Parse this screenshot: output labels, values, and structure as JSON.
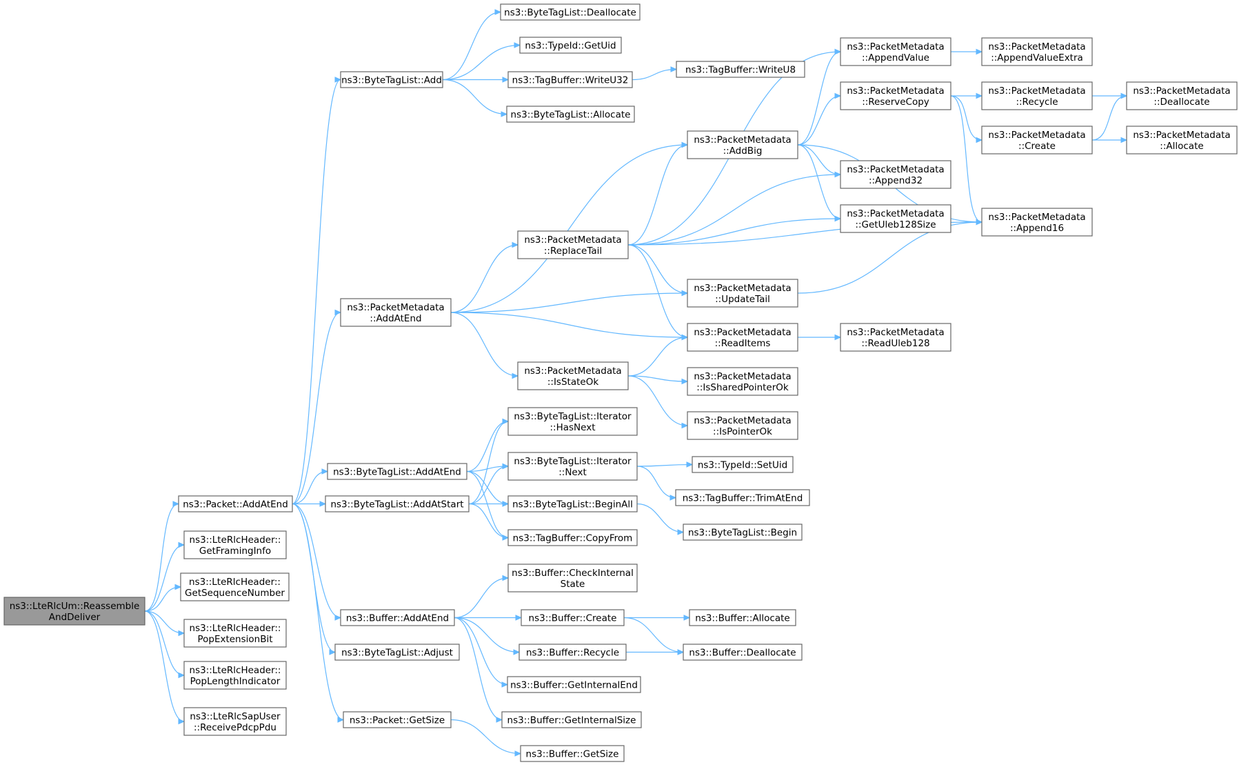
{
  "diagram": {
    "colors": {
      "edge": "#63b8ff",
      "node_border": "#666666",
      "root_fill": "#999999",
      "node_fill": "#ffffff"
    },
    "nodes": [
      {
        "id": "root",
        "lines": [
          "ns3::LteRlcUm::Reassemble",
          "AndDeliver"
        ],
        "root": true
      },
      {
        "id": "pkt_addatend",
        "lines": [
          "ns3::Packet::AddAtEnd"
        ]
      },
      {
        "id": "getframing",
        "lines": [
          "ns3::LteRlcHeader::",
          "GetFramingInfo"
        ]
      },
      {
        "id": "getseq",
        "lines": [
          "ns3::LteRlcHeader::",
          "GetSequenceNumber"
        ]
      },
      {
        "id": "popext",
        "lines": [
          "ns3::LteRlcHeader::",
          "PopExtensionBit"
        ]
      },
      {
        "id": "poplen",
        "lines": [
          "ns3::LteRlcHeader::",
          "PopLengthIndicator"
        ]
      },
      {
        "id": "recvpdcp",
        "lines": [
          "ns3::LteRlcSapUser",
          "::ReceivePdcpPdu"
        ]
      },
      {
        "id": "btl_add",
        "lines": [
          "ns3::ByteTagList::Add"
        ]
      },
      {
        "id": "pm_addatend",
        "lines": [
          "ns3::PacketMetadata",
          "::AddAtEnd"
        ]
      },
      {
        "id": "btl_addatend",
        "lines": [
          "ns3::ByteTagList::AddAtEnd"
        ]
      },
      {
        "id": "btl_addatstart",
        "lines": [
          "ns3::ByteTagList::AddAtStart"
        ]
      },
      {
        "id": "buf_addatend",
        "lines": [
          "ns3::Buffer::AddAtEnd"
        ]
      },
      {
        "id": "btl_adjust",
        "lines": [
          "ns3::ByteTagList::Adjust"
        ]
      },
      {
        "id": "pkt_getsize",
        "lines": [
          "ns3::Packet::GetSize"
        ]
      },
      {
        "id": "btl_dealloc",
        "lines": [
          "ns3::ByteTagList::Deallocate"
        ]
      },
      {
        "id": "typeid_getuid",
        "lines": [
          "ns3::TypeId::GetUid"
        ]
      },
      {
        "id": "tb_writeu32",
        "lines": [
          "ns3::TagBuffer::WriteU32"
        ]
      },
      {
        "id": "btl_alloc",
        "lines": [
          "ns3::ByteTagList::Allocate"
        ]
      },
      {
        "id": "pm_replacetail",
        "lines": [
          "ns3::PacketMetadata",
          "::ReplaceTail"
        ]
      },
      {
        "id": "pm_isstateok",
        "lines": [
          "ns3::PacketMetadata",
          "::IsStateOk"
        ]
      },
      {
        "id": "it_hasnext",
        "lines": [
          "ns3::ByteTagList::Iterator",
          "::HasNext"
        ]
      },
      {
        "id": "it_next",
        "lines": [
          "ns3::ByteTagList::Iterator",
          "::Next"
        ]
      },
      {
        "id": "btl_beginall",
        "lines": [
          "ns3::ByteTagList::BeginAll"
        ]
      },
      {
        "id": "tb_copyfrom",
        "lines": [
          "ns3::TagBuffer::CopyFrom"
        ]
      },
      {
        "id": "buf_checkint",
        "lines": [
          "ns3::Buffer::CheckInternal",
          "State"
        ]
      },
      {
        "id": "buf_create",
        "lines": [
          "ns3::Buffer::Create"
        ]
      },
      {
        "id": "buf_recycle",
        "lines": [
          "ns3::Buffer::Recycle"
        ]
      },
      {
        "id": "buf_getintend",
        "lines": [
          "ns3::Buffer::GetInternalEnd"
        ]
      },
      {
        "id": "buf_getintsize",
        "lines": [
          "ns3::Buffer::GetInternalSize"
        ]
      },
      {
        "id": "buf_getsize",
        "lines": [
          "ns3::Buffer::GetSize"
        ]
      },
      {
        "id": "tb_writeu8",
        "lines": [
          "ns3::TagBuffer::WriteU8"
        ]
      },
      {
        "id": "pm_addbig",
        "lines": [
          "ns3::PacketMetadata",
          "::AddBig"
        ]
      },
      {
        "id": "pm_updatetail",
        "lines": [
          "ns3::PacketMetadata",
          "::UpdateTail"
        ]
      },
      {
        "id": "pm_readitems",
        "lines": [
          "ns3::PacketMetadata",
          "::ReadItems"
        ]
      },
      {
        "id": "pm_issharedptr",
        "lines": [
          "ns3::PacketMetadata",
          "::IsSharedPointerOk"
        ]
      },
      {
        "id": "pm_isptr",
        "lines": [
          "ns3::PacketMetadata",
          "::IsPointerOk"
        ]
      },
      {
        "id": "typeid_setuid",
        "lines": [
          "ns3::TypeId::SetUid"
        ]
      },
      {
        "id": "tb_trimatend",
        "lines": [
          "ns3::TagBuffer::TrimAtEnd"
        ]
      },
      {
        "id": "btl_begin",
        "lines": [
          "ns3::ByteTagList::Begin"
        ]
      },
      {
        "id": "buf_alloc",
        "lines": [
          "ns3::Buffer::Allocate"
        ]
      },
      {
        "id": "buf_dealloc",
        "lines": [
          "ns3::Buffer::Deallocate"
        ]
      },
      {
        "id": "pm_appendvalue",
        "lines": [
          "ns3::PacketMetadata",
          "::AppendValue"
        ]
      },
      {
        "id": "pm_reservecopy",
        "lines": [
          "ns3::PacketMetadata",
          "::ReserveCopy"
        ]
      },
      {
        "id": "pm_append32",
        "lines": [
          "ns3::PacketMetadata",
          "::Append32"
        ]
      },
      {
        "id": "pm_getuleb",
        "lines": [
          "ns3::PacketMetadata",
          "::GetUleb128Size"
        ]
      },
      {
        "id": "pm_readuleb",
        "lines": [
          "ns3::PacketMetadata",
          "::ReadUleb128"
        ]
      },
      {
        "id": "pm_appendvalueextra",
        "lines": [
          "ns3::PacketMetadata",
          "::AppendValueExtra"
        ]
      },
      {
        "id": "pm_recycle",
        "lines": [
          "ns3::PacketMetadata",
          "::Recycle"
        ]
      },
      {
        "id": "pm_create",
        "lines": [
          "ns3::PacketMetadata",
          "::Create"
        ]
      },
      {
        "id": "pm_append16",
        "lines": [
          "ns3::PacketMetadata",
          "::Append16"
        ]
      },
      {
        "id": "pm_dealloc",
        "lines": [
          "ns3::PacketMetadata",
          "::Deallocate"
        ]
      },
      {
        "id": "pm_alloc",
        "lines": [
          "ns3::PacketMetadata",
          "::Allocate"
        ]
      }
    ],
    "edges": [
      [
        "root",
        "pkt_addatend"
      ],
      [
        "root",
        "getframing"
      ],
      [
        "root",
        "getseq"
      ],
      [
        "root",
        "popext"
      ],
      [
        "root",
        "poplen"
      ],
      [
        "root",
        "recvpdcp"
      ],
      [
        "pkt_addatend",
        "btl_add"
      ],
      [
        "pkt_addatend",
        "pm_addatend"
      ],
      [
        "pkt_addatend",
        "btl_addatend"
      ],
      [
        "pkt_addatend",
        "btl_addatstart"
      ],
      [
        "pkt_addatend",
        "buf_addatend"
      ],
      [
        "pkt_addatend",
        "btl_adjust"
      ],
      [
        "pkt_addatend",
        "pkt_getsize"
      ],
      [
        "btl_add",
        "btl_dealloc"
      ],
      [
        "btl_add",
        "typeid_getuid"
      ],
      [
        "btl_add",
        "tb_writeu32"
      ],
      [
        "btl_add",
        "btl_alloc"
      ],
      [
        "tb_writeu32",
        "tb_writeu8"
      ],
      [
        "pm_addatend",
        "pm_addbig"
      ],
      [
        "pm_addatend",
        "pm_replacetail"
      ],
      [
        "pm_addatend",
        "pm_updatetail"
      ],
      [
        "pm_addatend",
        "pm_readitems"
      ],
      [
        "pm_addatend",
        "pm_isstateok"
      ],
      [
        "pm_replacetail",
        "pm_appendvalue"
      ],
      [
        "pm_replacetail",
        "pm_addbig"
      ],
      [
        "pm_replacetail",
        "pm_append32"
      ],
      [
        "pm_replacetail",
        "pm_getuleb"
      ],
      [
        "pm_replacetail",
        "pm_append16"
      ],
      [
        "pm_replacetail",
        "pm_updatetail"
      ],
      [
        "pm_replacetail",
        "pm_readitems"
      ],
      [
        "pm_isstateok",
        "pm_readitems"
      ],
      [
        "pm_isstateok",
        "pm_issharedptr"
      ],
      [
        "pm_isstateok",
        "pm_isptr"
      ],
      [
        "pm_addbig",
        "pm_appendvalue"
      ],
      [
        "pm_addbig",
        "pm_reservecopy"
      ],
      [
        "pm_addbig",
        "pm_append32"
      ],
      [
        "pm_addbig",
        "pm_getuleb"
      ],
      [
        "pm_addbig",
        "pm_append16"
      ],
      [
        "pm_updatetail",
        "pm_append16"
      ],
      [
        "pm_readitems",
        "pm_readuleb"
      ],
      [
        "pm_appendvalue",
        "pm_appendvalueextra"
      ],
      [
        "pm_reservecopy",
        "pm_recycle"
      ],
      [
        "pm_reservecopy",
        "pm_create"
      ],
      [
        "pm_reservecopy",
        "pm_append16"
      ],
      [
        "pm_recycle",
        "pm_dealloc"
      ],
      [
        "pm_create",
        "pm_dealloc"
      ],
      [
        "pm_create",
        "pm_alloc"
      ],
      [
        "btl_addatend",
        "it_hasnext"
      ],
      [
        "btl_addatend",
        "it_next"
      ],
      [
        "btl_addatend",
        "btl_beginall"
      ],
      [
        "btl_addatend",
        "tb_copyfrom"
      ],
      [
        "btl_addatstart",
        "it_hasnext"
      ],
      [
        "btl_addatstart",
        "it_next"
      ],
      [
        "btl_addatstart",
        "btl_beginall"
      ],
      [
        "btl_addatstart",
        "tb_copyfrom"
      ],
      [
        "it_next",
        "typeid_setuid"
      ],
      [
        "it_next",
        "tb_trimatend"
      ],
      [
        "btl_beginall",
        "btl_begin"
      ],
      [
        "buf_addatend",
        "buf_checkint"
      ],
      [
        "buf_addatend",
        "buf_create"
      ],
      [
        "buf_addatend",
        "buf_recycle"
      ],
      [
        "buf_addatend",
        "buf_getintend"
      ],
      [
        "buf_addatend",
        "buf_getintsize"
      ],
      [
        "buf_create",
        "buf_alloc"
      ],
      [
        "buf_create",
        "buf_dealloc"
      ],
      [
        "buf_recycle",
        "buf_dealloc"
      ],
      [
        "pkt_getsize",
        "buf_getsize"
      ]
    ]
  }
}
